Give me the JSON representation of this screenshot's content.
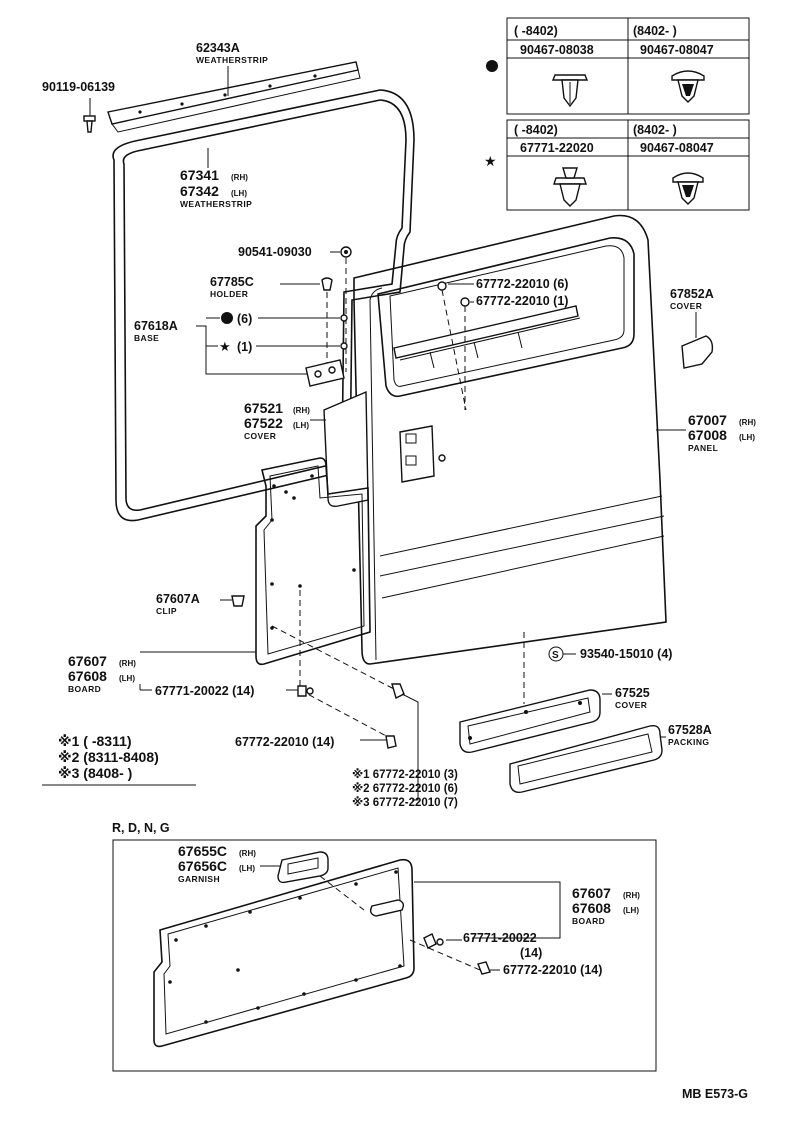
{
  "table_circle": {
    "h1": "(      -8402)",
    "h2": "(8402-       )",
    "p1": "90467-08038",
    "p2": "90467-08047"
  },
  "table_star": {
    "h1": "(      -8402)",
    "h2": "(8402-       )",
    "p1": "67771-22020",
    "p2": "90467-08047"
  },
  "labels": {
    "weatherstrip_top_pn": "62343A",
    "weatherstrip_top_cap": "WEATHERSTRIP",
    "screw_pn": "90119-06139",
    "ws_rh_pn": "67341",
    "ws_rh_sfx": "(RH)",
    "ws_lh_pn": "67342",
    "ws_lh_sfx": "(LH)",
    "ws_cap": "WEATHERSTRIP",
    "bolt_pn": "90541-09030",
    "holder_pn": "67785C",
    "holder_cap": "HOLDER",
    "base_pn": "67618A",
    "base_cap": "BASE",
    "qty6": "(6)",
    "qty1": "(1)",
    "clip6": "67772-22010 (6)",
    "clip1": "67772-22010 (1)",
    "cover_win_pn": "67852A",
    "cover_win_cap": "COVER",
    "cover_rh_pn": "67521",
    "cover_rh_sfx": "(RH)",
    "cover_lh_pn": "67522",
    "cover_lh_sfx": "(LH)",
    "cover_cap": "COVER",
    "panel_rh_pn": "67007",
    "panel_rh_sfx": "(RH)",
    "panel_lh_pn": "67008",
    "panel_lh_sfx": "(LH)",
    "panel_cap": "PANEL",
    "clip_pn": "67607A",
    "clip_cap": "CLIP",
    "board_rh_pn": "67607",
    "board_rh_sfx": "(RH)",
    "board_lh_pn": "67608",
    "board_lh_sfx": "(LH)",
    "board_cap": "BOARD",
    "clip14a": "67771-20022 (14)",
    "clip14b": "67772-22010 (14)",
    "screw_s": "S",
    "screw_s_pn": "93540-15010 (4)",
    "cover_step_pn": "67525",
    "cover_step_cap": "COVER",
    "packing_pn": "67528A",
    "packing_cap": "PACKING",
    "note1": "※1 (        -8311)",
    "note2": "※2 (8311-8408)",
    "note3": "※3 (8408-        )",
    "var1": "※1 67772-22010 (3)",
    "var2": "※2 67772-22010 (6)",
    "var3": "※3 67772-22010 (7)",
    "grades": "R, D, N, G",
    "garnish_rh_pn": "67655C",
    "garnish_rh_sfx": "(RH)",
    "garnish_lh_pn": "67656C",
    "garnish_lh_sfx": "(LH)",
    "garnish_cap": "GARNISH",
    "inset_board_rh_pn": "67607",
    "inset_board_rh_sfx": "(RH)",
    "inset_board_lh_pn": "67608",
    "inset_board_lh_sfx": "(LH)",
    "inset_board_cap": "BOARD",
    "inset_clip_a": "67771-20022",
    "inset_clip_a_qty": "(14)",
    "inset_clip_b": "67772-22010 (14)",
    "diagram_code": "MB E573-G"
  }
}
